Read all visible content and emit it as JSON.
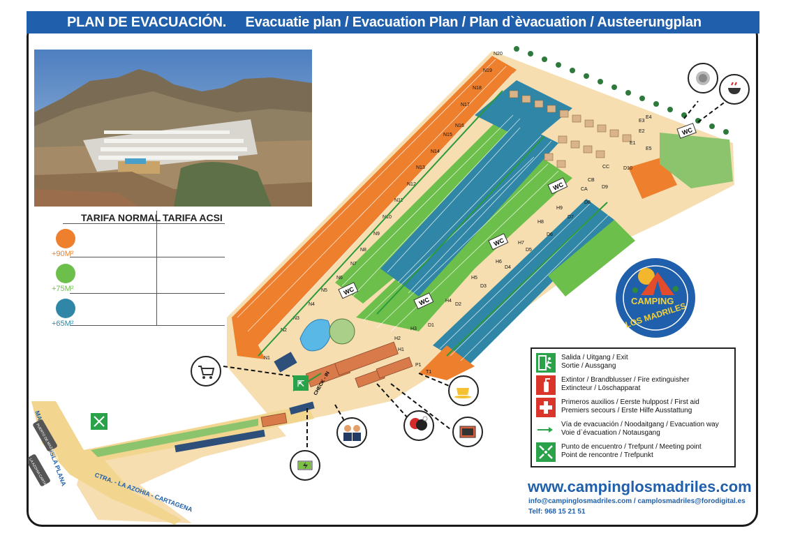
{
  "title": {
    "spanish": "PLAN DE EVACUACIÓN.",
    "others": "Evacuatie plan / Evacuation Plan /  Plan d`èvacuation / Austeerungplan"
  },
  "tariff": {
    "col1": "TARIFA NORMAL",
    "col2": "TARIFA ACSI",
    "sizes": [
      {
        "label": "+90M²",
        "color": "#ee7f2d"
      },
      {
        "label": "+75M²",
        "color": "#6dbf4b"
      },
      {
        "label": "+65M²",
        "color": "#2f86a6"
      }
    ]
  },
  "colors": {
    "orange": "#ee7f2d",
    "green": "#6dbf4b",
    "blue": "#2f86a6",
    "brand": "#1f5fab",
    "sand": "#f6deb0"
  },
  "logo": {
    "top": "CAMPING",
    "bottom": "LOS MADRILES"
  },
  "legend": [
    {
      "icon": "exit-icon",
      "l1": "Salida / Uitgang / Exit",
      "l2": "Sortie / Aussgang"
    },
    {
      "icon": "extinguisher-icon",
      "l1": "Extintor / Brandblusser / Fire extinguisher",
      "l2": "Extincteur / Löschapparat"
    },
    {
      "icon": "first-aid-icon",
      "l1": "Primeros auxilios / Eerste hulppost / First aid",
      "l2": "Premiers secours / Erste Hilfe Ausstattung"
    },
    {
      "icon": "evacuation-arrow-icon",
      "l1": "Vía de evacuación / Noodaitgang / Evacuation way",
      "l2": "Voie d`évacuation / Notausgang"
    },
    {
      "icon": "meeting-point-icon",
      "l1": "Punto de encuentro / Trefpunt / Meeting point",
      "l2": "Point de rencontre / Trefpunkt"
    }
  ],
  "contact": {
    "web": "www.campinglosmadriles.com",
    "email": "info@campinglosmadriles.com / camplosmadriles@forodigital.es",
    "phone": "Telf: 968 15 21 51"
  },
  "map_labels": {
    "wc": "WC",
    "check_in": "CHECK - IN",
    "road1": "MAZARRON - ISLA PLANA",
    "road2": "CTRA. - LA AZOHIA - CARTAGENA",
    "sign1": "PUERTO DE MAZARRON",
    "sign2": "LA AZOHIA CARTAGENA",
    "sections": [
      "N1",
      "N2",
      "N3",
      "N4",
      "N5",
      "N6",
      "N7",
      "N8",
      "N9",
      "N10",
      "N11",
      "N12",
      "N13",
      "N14",
      "N15",
      "N16",
      "N17",
      "N18",
      "N19",
      "N20",
      "H1",
      "H2",
      "H3",
      "H4",
      "H5",
      "H6",
      "H7",
      "H8",
      "H9",
      "D1",
      "D2",
      "D3",
      "D4",
      "D5",
      "D6",
      "D7",
      "D8",
      "D9",
      "D10",
      "E1",
      "E2",
      "E3",
      "E4",
      "E5",
      "CA",
      "CB",
      "CC",
      "T1",
      "P1"
    ]
  }
}
